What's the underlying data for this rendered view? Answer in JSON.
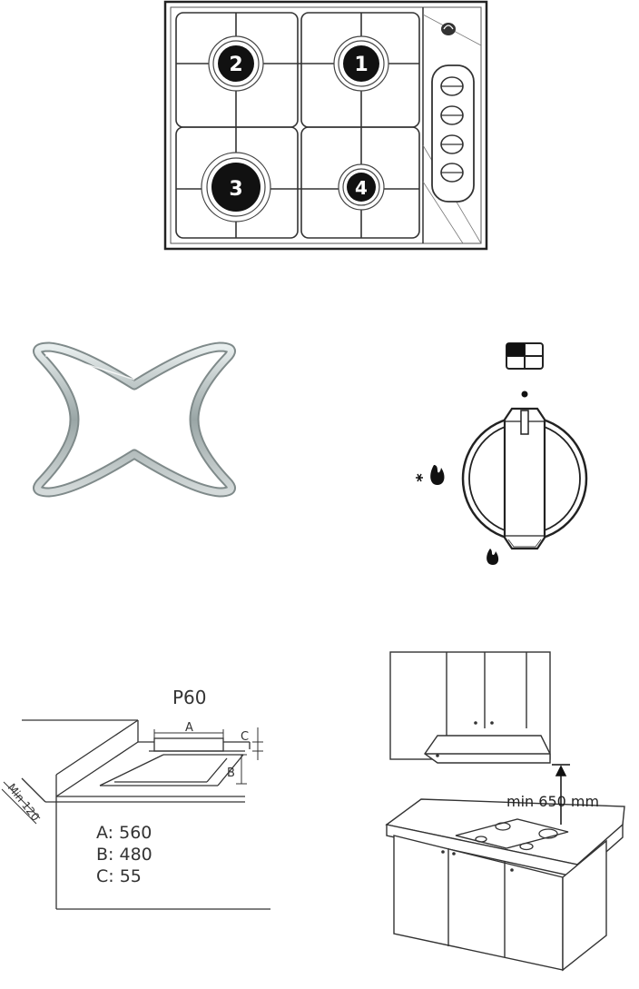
{
  "hob": {
    "burners": [
      {
        "number": "2",
        "size": "medium"
      },
      {
        "number": "1",
        "size": "medium"
      },
      {
        "number": "3",
        "size": "large"
      },
      {
        "number": "4",
        "size": "small"
      }
    ],
    "knob_count": 4
  },
  "knob_diagram": {
    "symbols": [
      "off-dot",
      "max-flame",
      "min-flame",
      "burner-position-indicator"
    ]
  },
  "cutout": {
    "title": "P60",
    "label_a": "A",
    "label_b": "B",
    "label_c": "C",
    "min_label": "Min 120",
    "dimensions": [
      "A: 560",
      "B: 480",
      "C: 55"
    ]
  },
  "installation": {
    "clearance_label": "min 650 mm"
  },
  "colors": {
    "line": "#222222",
    "burner_fill": "#111111"
  }
}
